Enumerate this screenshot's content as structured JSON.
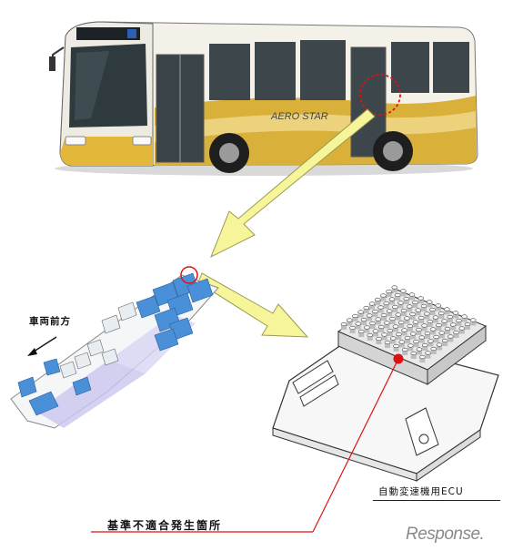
{
  "labels": {
    "vehicle_front": "車両前方",
    "ecu": "自動変速機用ECU",
    "defect_location": "基準不適合発生箇所"
  },
  "bus": {
    "model_logo": "AERO STAR"
  },
  "watermark": {
    "text": "Response."
  },
  "colors": {
    "arrow_fill": "#f6f59a",
    "arrow_stroke": "#9a9a55",
    "highlight_red": "#e01010",
    "bus_gold": "#d4a72c",
    "seat_blue": "#4a90d9"
  }
}
